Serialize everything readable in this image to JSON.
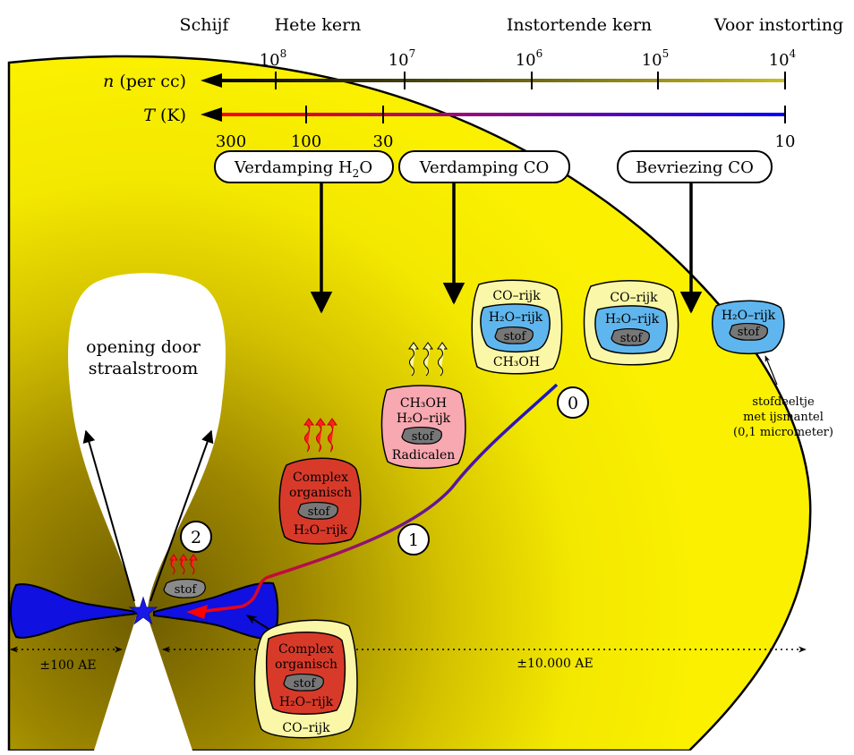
{
  "phases": {
    "disk": "Schijf",
    "hot_core": "Hete kern",
    "collapsing_core": "Instortende kern",
    "pre_collapse": "Voor instorting"
  },
  "density_axis": {
    "label_symbol": "n",
    "label_unit": "(per cc)",
    "ticks": [
      {
        "base": "10",
        "exp": "8"
      },
      {
        "base": "10",
        "exp": "7"
      },
      {
        "base": "10",
        "exp": "6"
      },
      {
        "base": "10",
        "exp": "5"
      },
      {
        "base": "10",
        "exp": "4"
      }
    ]
  },
  "temperature_axis": {
    "label_symbol": "T",
    "label_unit": "(K)",
    "ticks": [
      "300",
      "100",
      "30",
      "10"
    ]
  },
  "processes": {
    "h2o_evap_pre": "Verdamping H",
    "h2o_evap_sub": "2",
    "h2o_evap_post": "O",
    "co_evap": "Verdamping CO",
    "co_freeze": "Bevriezing CO"
  },
  "jet_opening": [
    "opening door",
    "straalstroom"
  ],
  "grains": {
    "pre_collapse": {
      "mantle": "H₂O–rijk",
      "core": "stof"
    },
    "co_freeze": {
      "outer": "CO–rijk",
      "mantle": "H₂O–rijk",
      "core": "stof"
    },
    "collapse": {
      "outer_top": "CO–rijk",
      "mantle": "H₂O–rijk",
      "core": "stof",
      "outer_bottom": "CH₃OH"
    },
    "warm": {
      "line1": "CH₃OH",
      "line2": "H₂O–rijk",
      "core": "stof",
      "line3": "Radicalen"
    },
    "hot": {
      "line1": "Complex",
      "line2": "organisch",
      "core": "stof",
      "line3": "H₂O–rijk"
    },
    "disk_grain": {
      "core": "stof"
    },
    "infall": {
      "line1": "Complex",
      "line2": "organisch",
      "core": "stof",
      "line3": "H₂O–rijk",
      "outer_bottom": "CO–rijk"
    }
  },
  "grain_caption": [
    "stofdeeltje",
    "met ijsmantel",
    "(0,1 micrometer)"
  ],
  "markers": [
    "0",
    "1",
    "2"
  ],
  "scales": {
    "disk": "±100 AE",
    "envelope": "±10.000 AE"
  },
  "colors": {
    "envelope": "#f2e600",
    "disk": "#1010e0",
    "ice_blue": "#5fb6ee",
    "co_yellow": "#fbf7a8",
    "pink": "#f8a8b0",
    "red": "#d83a2a",
    "dust": "#777777"
  }
}
